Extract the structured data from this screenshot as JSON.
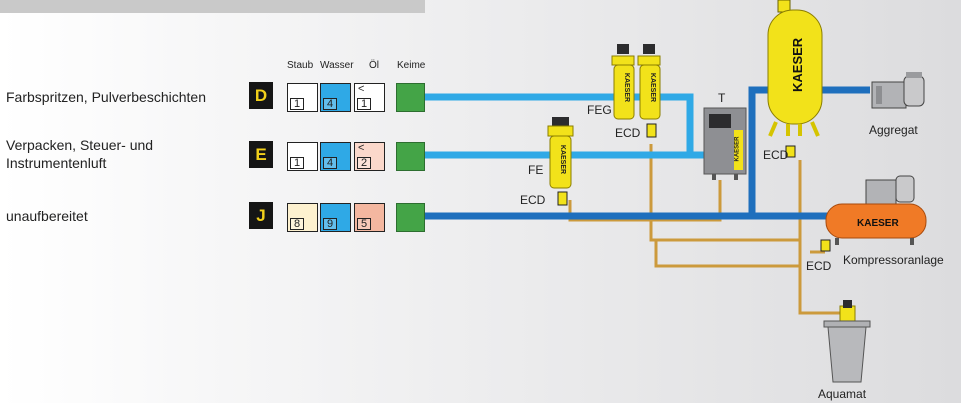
{
  "rows": [
    {
      "label_lines": [
        "Farbspritzen, Pulverbeschichten"
      ],
      "badge": "D",
      "staub": "1",
      "wasser": "4",
      "oel": "1",
      "oel_prefix": "<"
    },
    {
      "label_lines": [
        "Verpacken, Steuer- und",
        "Instrumentenluft"
      ],
      "badge": "E",
      "staub": "1",
      "wasser": "4",
      "oel": "2",
      "oel_prefix": "<"
    },
    {
      "label_lines": [
        "unaufbereitet"
      ],
      "badge": "J",
      "staub": "8",
      "wasser": "9",
      "oel": "5",
      "oel_prefix": ""
    }
  ],
  "headers": {
    "staub": "Staub",
    "wasser": "Wasser",
    "oel": "Öl",
    "keime": "Keime"
  },
  "components": {
    "feg": "FEG",
    "fe": "FE",
    "t": "T",
    "ecd": "ECD",
    "aggregat": "Aggregat",
    "kompressoranlage": "Kompressoranlage",
    "aquamat": "Aquamat",
    "brand": "KAESER"
  },
  "colors": {
    "pipe_light": "#2fa9e6",
    "pipe_dark": "#1e6fbd",
    "condensate": "#cc9a3c",
    "filter_yellow": "#f2e21a",
    "compressor_orange": "#f07a26",
    "keime_green": "#44a447"
  }
}
